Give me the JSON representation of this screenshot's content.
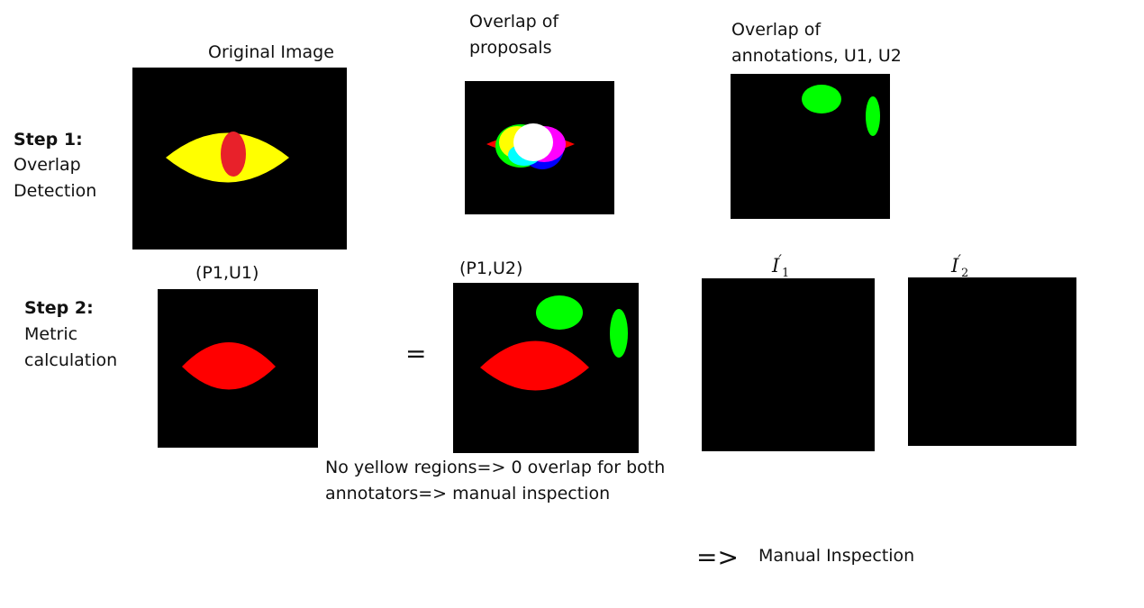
{
  "step1": {
    "title": "Step 1:",
    "desc_line1": "Overlap",
    "desc_line2": "Detection"
  },
  "step2": {
    "title": "Step 2:",
    "desc_line1": "Metric",
    "desc_line2": "calculation"
  },
  "labels": {
    "original_image": "Original Image",
    "proposals_line1": "Overlap of",
    "proposals_line2": "proposals",
    "annotations_line1": "Overlap of",
    "annotations_line2": "annotations, U1, U2",
    "p1u1": "(P1,U1)",
    "p1u2": "(P1,U2)",
    "i1_base": "I",
    "i1_sub": "1",
    "i2_base": "I",
    "i2_sub": "2",
    "prime": "′",
    "equals": "=",
    "note_line1": "No yellow regions=> 0 overlap for both",
    "note_line2": "annotators=> manual inspection",
    "arrow": "=>",
    "manual_inspection": "Manual Inspection"
  },
  "colors": {
    "background": "#000000",
    "yellow": "#ffff00",
    "red": "#ff0000",
    "green": "#00ff00",
    "blue": "#0000ff",
    "magenta": "#ff00ff",
    "cyan": "#00ffff",
    "white": "#ffffff"
  }
}
